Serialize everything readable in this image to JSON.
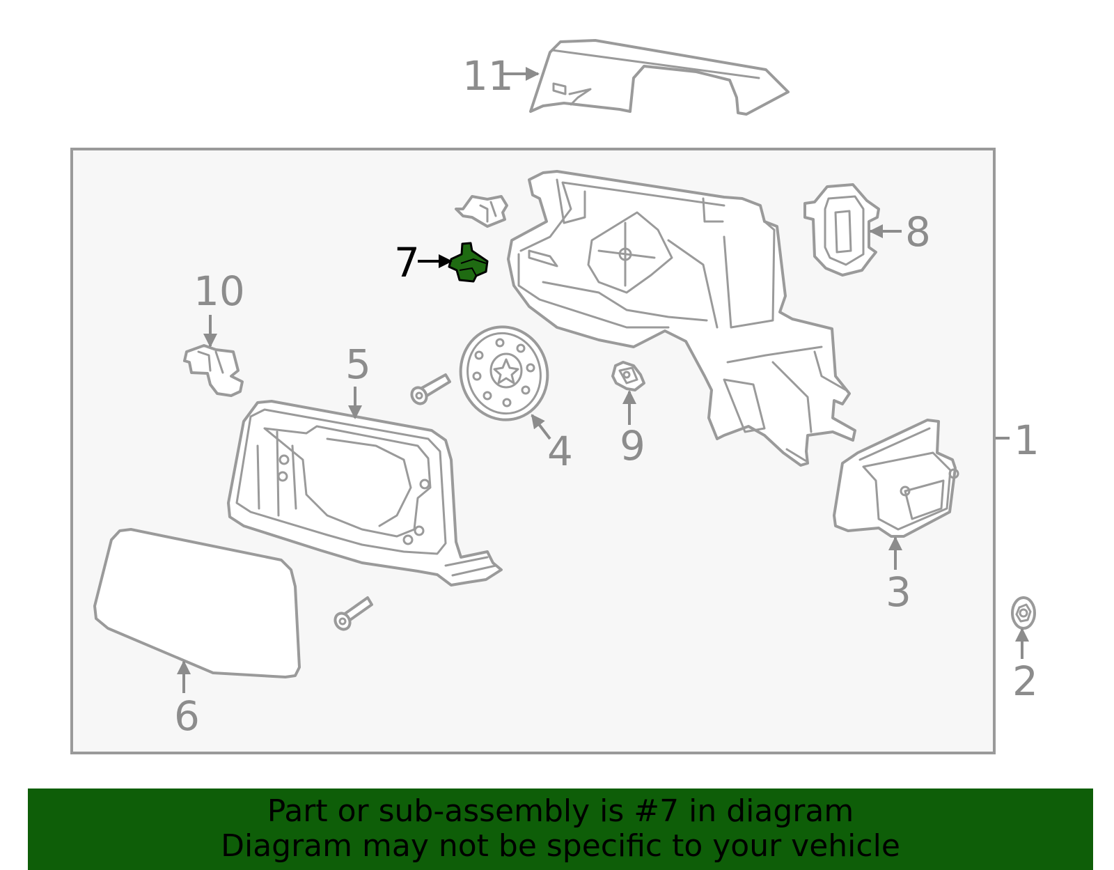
{
  "diagram": {
    "callouts": {
      "c1": "1",
      "c2": "2",
      "c3": "3",
      "c4": "4",
      "c5": "5",
      "c6": "6",
      "c7": "7",
      "c8": "8",
      "c9": "9",
      "c10": "10",
      "c11": "11"
    },
    "highlighted_part": "7",
    "colors": {
      "highlight_part": "#1f6b12",
      "outline": "#9a9a9a",
      "callout_text": "#8c8c8c",
      "frame_fill": "#f7f7f7",
      "banner": "#0e5e08"
    }
  },
  "banner": {
    "line1": "Part or sub-assembly is #7 in diagram",
    "line2": "Diagram may not be specific to your vehicle"
  }
}
